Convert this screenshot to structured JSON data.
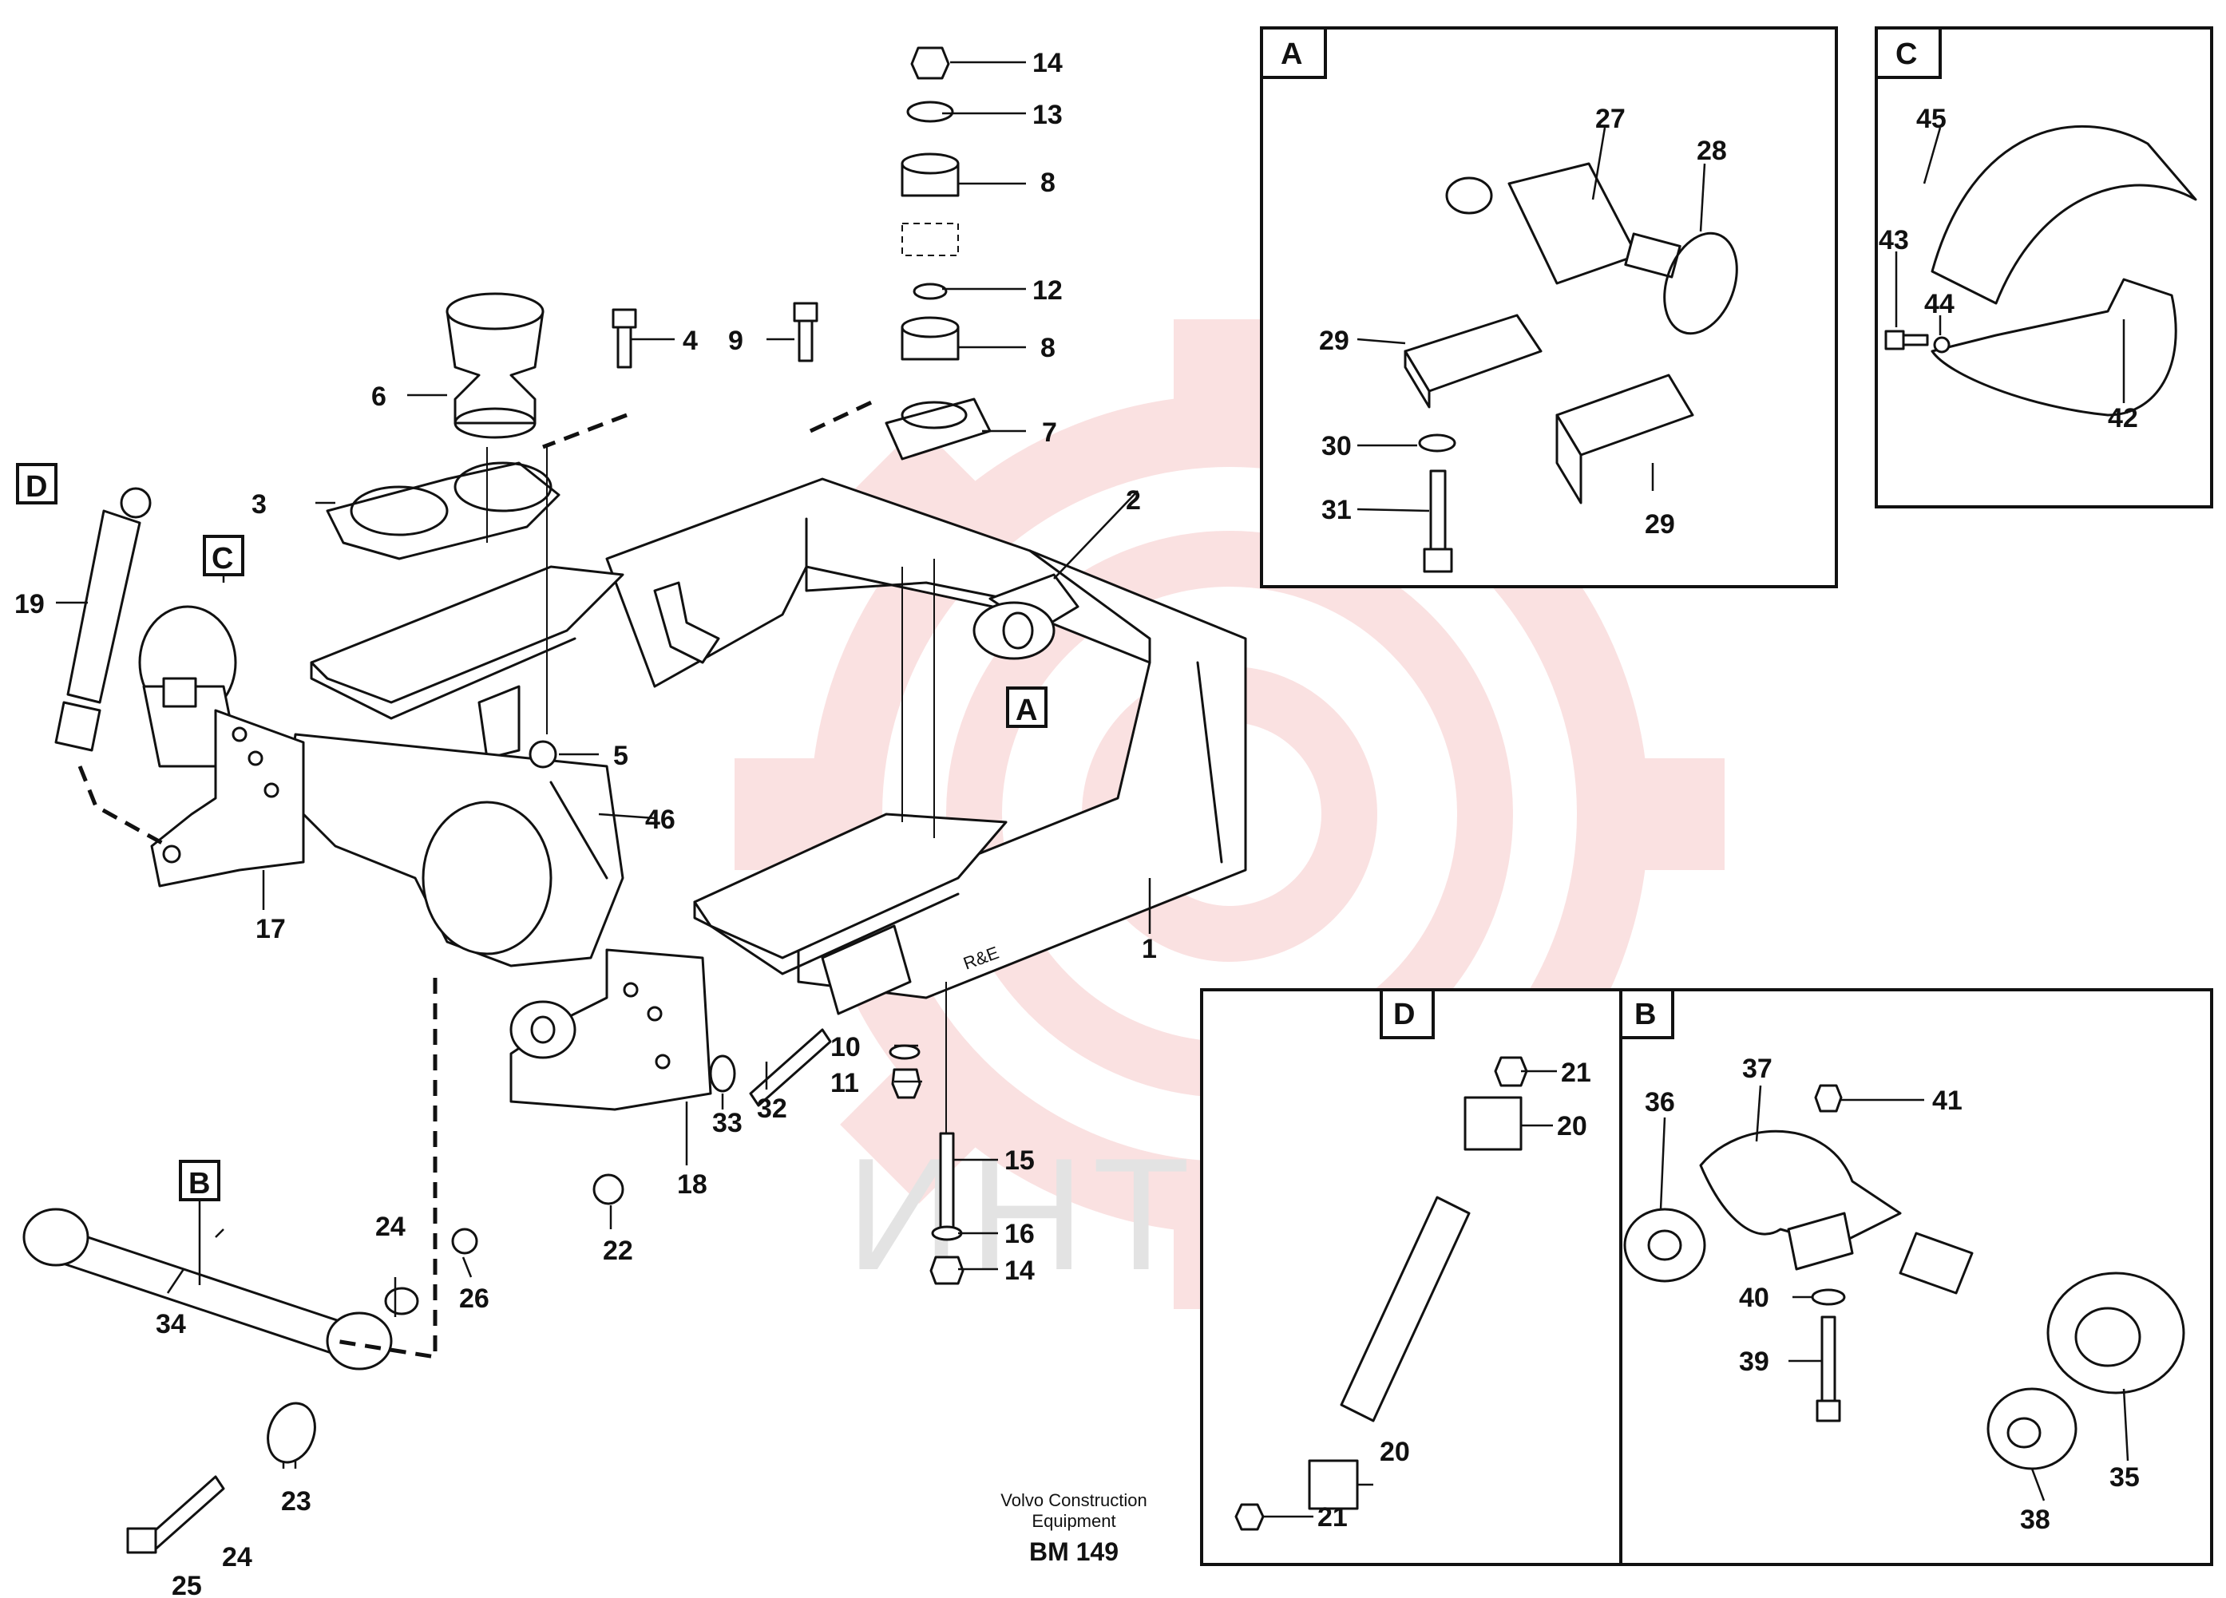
{
  "watermark": {
    "text": "ИНТЕХ",
    "gear_color": "#f6caca"
  },
  "detail_tags": {
    "A": "A",
    "B": "B",
    "C": "C",
    "D": "D"
  },
  "part_numbers": {
    "p1": "1",
    "p2": "2",
    "p3": "3",
    "p4": "4",
    "p5": "5",
    "p6": "6",
    "p7": "7",
    "p8a": "8",
    "p8b": "8",
    "p9": "9",
    "p10": "10",
    "p11": "11",
    "p12": "12",
    "p13": "13",
    "p14a": "14",
    "p14b": "14",
    "p15": "15",
    "p16": "16",
    "p17": "17",
    "p18": "18",
    "p19": "19",
    "p20a": "20",
    "p20b": "20",
    "p21a": "21",
    "p21b": "21",
    "p22": "22",
    "p23": "23",
    "p24a": "24",
    "p24b": "24",
    "p25": "25",
    "p26": "26",
    "p27": "27",
    "p28": "28",
    "p29a": "29",
    "p29b": "29",
    "p30": "30",
    "p31": "31",
    "p32": "32",
    "p33": "33",
    "p34": "34",
    "p35": "35",
    "p36": "36",
    "p37": "37",
    "p38": "38",
    "p39": "39",
    "p40": "40",
    "p41": "41",
    "p42": "42",
    "p43": "43",
    "p44": "44",
    "p45": "45",
    "p46": "46"
  },
  "footer": {
    "brand_line1": "Volvo Construction",
    "brand_line2": "Equipment",
    "drawing_code": "BM 149"
  }
}
